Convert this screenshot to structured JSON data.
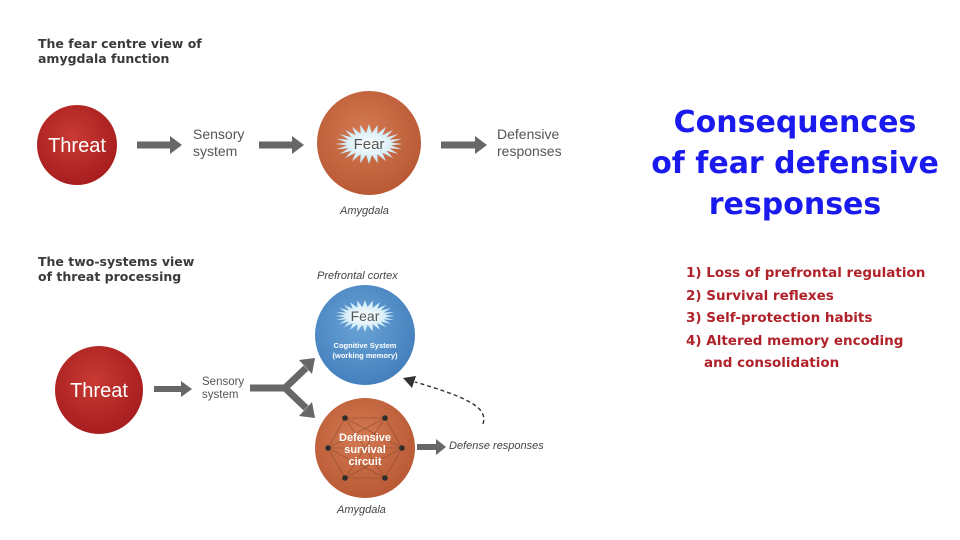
{
  "diagram1": {
    "title_line1": "The fear centre view of",
    "title_line2": "amygdala function",
    "threat": "Threat",
    "sensory_line1": "Sensory",
    "sensory_line2": "system",
    "fear": "Fear",
    "amygdala": "Amygdala",
    "defensive_line1": "Defensive",
    "defensive_line2": "responses"
  },
  "diagram2": {
    "title_line1": "The two-systems view",
    "title_line2": "of threat processing",
    "threat": "Threat",
    "sensory_line1": "Sensory",
    "sensory_line2": "system",
    "prefrontal": "Prefrontal cortex",
    "fear": "Fear",
    "cognitive_line1": "Cognitive System",
    "cognitive_line2": "(working memory)",
    "circuit_line1": "Defensive",
    "circuit_line2": "survival",
    "circuit_line3": "circuit",
    "defense_responses": "Defense responses",
    "amygdala": "Amygdala"
  },
  "panel": {
    "heading_line1": "Consequences",
    "heading_line2": "of fear defensive",
    "heading_line3": "responses",
    "items": [
      "1) Loss of prefrontal regulation",
      "2) Survival reflexes",
      "3) Self-protection habits",
      "4) Altered memory encoding"
    ],
    "item4_continuation": "and consolidation"
  },
  "colors": {
    "threat": "#b52424",
    "amygdala": "#c6653e",
    "cognitive": "#4f8ec9",
    "heading": "#1a1aee",
    "list": "#b0222a"
  }
}
